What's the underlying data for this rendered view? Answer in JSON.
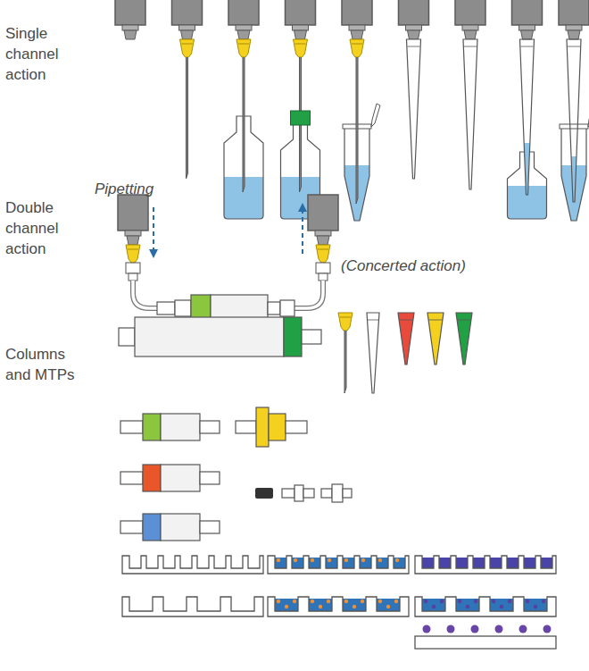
{
  "diagram": {
    "labels": [
      "Single channel action",
      "Pipetting",
      "Double channel action",
      "(Concerted action)",
      "Columns and MTPs"
    ]
  }
}
